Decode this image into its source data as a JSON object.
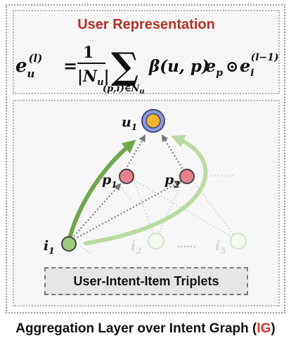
{
  "section_title": "User Representation",
  "formula": {
    "lhs_base": "e",
    "lhs_sub": "u",
    "lhs_sup": "(l)",
    "equals": "=",
    "frac_num": "1",
    "frac_den": "|N",
    "frac_den_sub": "u",
    "frac_den_close": "|",
    "sum_symbol": "∑",
    "sum_limit": "(p,i)∈N",
    "sum_limit_sub": "u",
    "beta": "β(u, p)",
    "e_p_base": "e",
    "e_p_sub": "p",
    "odot": "⊙",
    "e_i_base": "e",
    "e_i_sub": "i",
    "e_i_sup": "(l−1)"
  },
  "nodes": {
    "u1": {
      "base": "u",
      "sub": "1",
      "color": "#f2b42c",
      "ring": "#8d9bd4"
    },
    "p1": {
      "base": "p",
      "sub": "1",
      "color": "#e8808d"
    },
    "p2": {
      "base": "p",
      "sub": "2",
      "color": "#e8808d"
    },
    "i1": {
      "base": "i",
      "sub": "1",
      "color": "#9ccc7e"
    },
    "i2": {
      "base": "i",
      "sub": "2"
    },
    "i5": {
      "base": "i",
      "sub": "5"
    },
    "faded_color": "#f3f8ee"
  },
  "ellipsis": "......",
  "triplet_label": "User-Intent-Item Triplets",
  "caption": {
    "prefix": "Aggregation Layer over Intent Graph (",
    "abbr": "IG",
    "suffix": ")"
  },
  "colors": {
    "title_red": "#b5302a",
    "arrow_green": "#6fa84f",
    "arrow_light_green": "#b9dba2",
    "dotted_gray": "#777777"
  }
}
